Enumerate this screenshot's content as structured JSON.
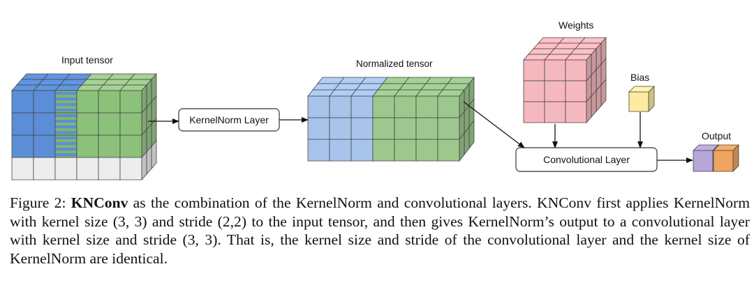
{
  "diagram": {
    "input_label": "Input tensor",
    "kernelnorm_label": "KernelNorm Layer",
    "normalized_label": "Normalized tensor",
    "weights_label": "Weights",
    "bias_label": "Bias",
    "conv_label": "Convolutional Layer",
    "output_label": "Output",
    "colors": {
      "blue": "#A9C4EB",
      "input_blue": "#5B8ED6",
      "green": "#9CC88D",
      "pink": "#F5B8BE",
      "yellow": "#FCEBA1",
      "purple": "#B7A7D9",
      "orange": "#EFA462",
      "gray": "#EDEDED"
    }
  },
  "caption": {
    "prefix": "Figure 2: ",
    "bold": "KNConv",
    "text": " as the combination of the KernelNorm and convolutional layers. KNConv first applies KernelNorm with kernel size (3, 3) and stride (2,2) to the input tensor, and then gives KernelNorm’s output to a convolutional layer with kernel size and stride (3, 3). That is, the kernel size and stride of the convolutional layer and the kernel size of KernelNorm are identical."
  }
}
